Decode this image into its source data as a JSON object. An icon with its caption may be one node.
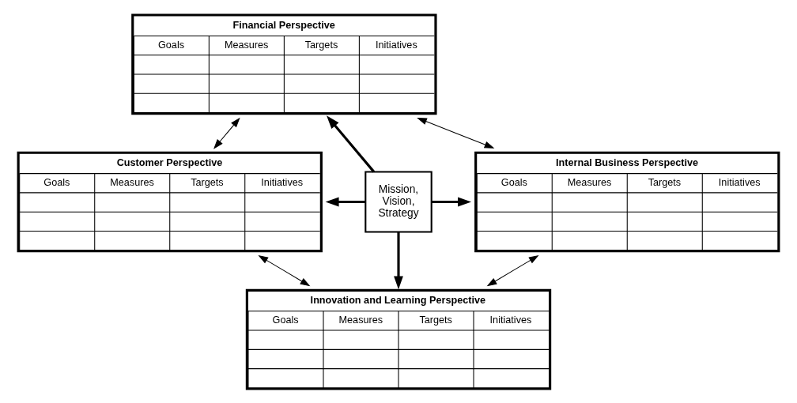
{
  "diagram": {
    "nodes": [
      {
        "text": [
          "Mission, Vision, Strategy"
        ]
      },
      {
        "text": [
          "Financial Perspective",
          "Goals",
          "Measures",
          "Targets",
          "Initiatives"
        ]
      },
      {
        "text": [
          "Customer Perspective",
          "Goals",
          "Measures",
          "Targets",
          "Initiatives"
        ]
      },
      {
        "text": [
          "Internal Business Perspective",
          "Goals",
          "Measures",
          "Targets",
          "Initiatives"
        ]
      },
      {
        "text": [
          "Innovation and Learning Perspective",
          "Goals",
          "Measures",
          "Targets",
          "Initiatives"
        ]
      }
    ],
    "edges": [
      {
        "from": 0,
        "to": 1,
        "arrow": "to",
        "style": "thick"
      },
      {
        "from": 0,
        "to": 2,
        "arrow": "to",
        "style": "thick"
      },
      {
        "from": 0,
        "to": 3,
        "arrow": "to",
        "style": "thick"
      },
      {
        "from": 0,
        "to": 4,
        "arrow": "to",
        "style": "thick"
      },
      {
        "from": 1,
        "to": 2,
        "arrow": "both"
      },
      {
        "from": 1,
        "to": 3,
        "arrow": "both"
      },
      {
        "from": 2,
        "to": 4,
        "arrow": "both"
      },
      {
        "from": 3,
        "to": 4,
        "arrow": "both"
      }
    ]
  }
}
